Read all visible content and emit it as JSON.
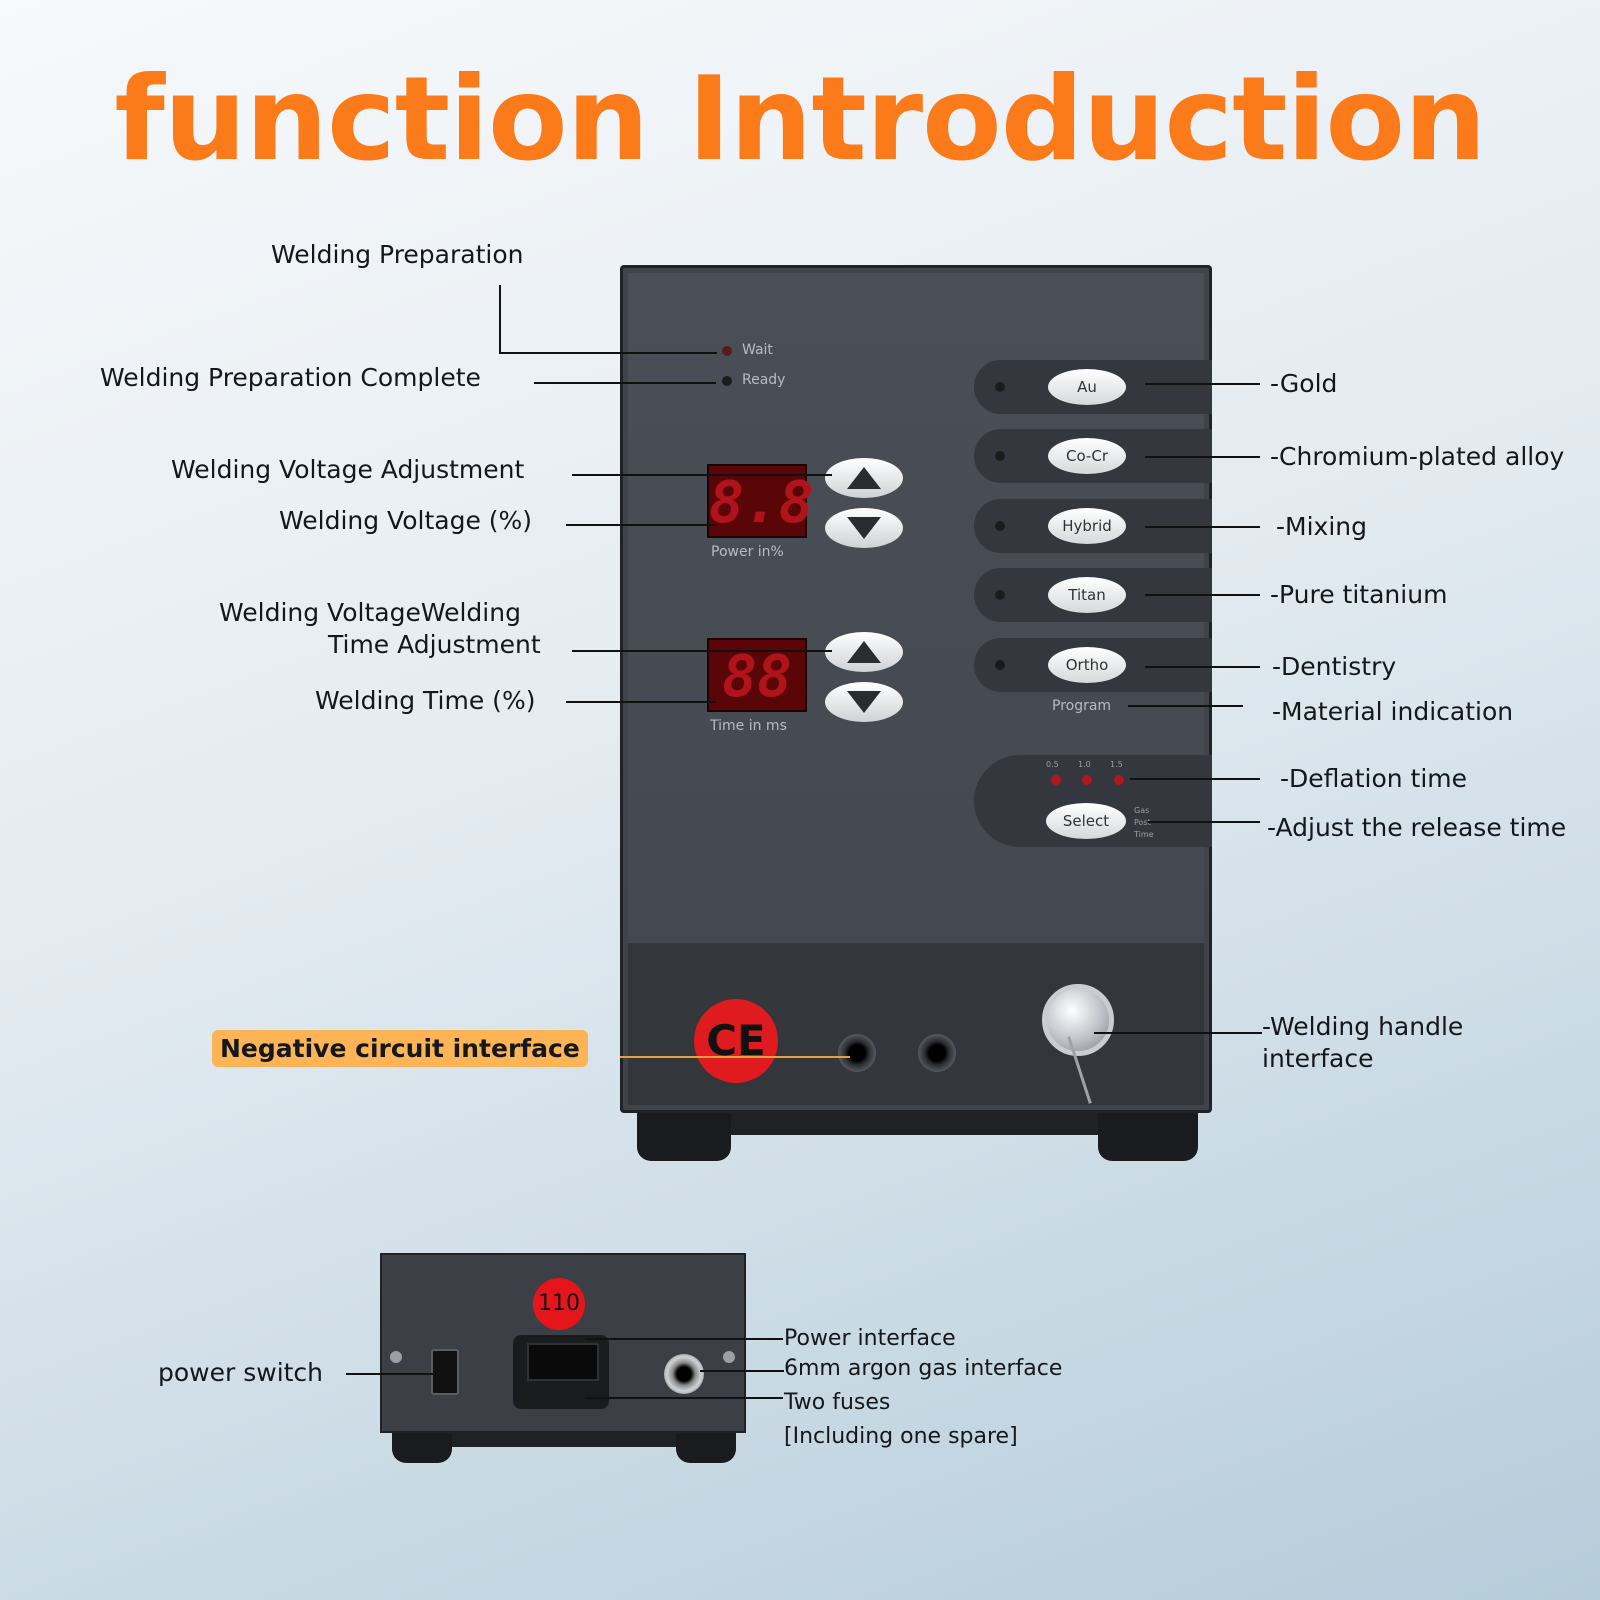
{
  "title": "function Introduction",
  "left_labels": {
    "prep": "Welding Preparation",
    "prep_complete": "Welding Preparation Complete",
    "voltage_adj": "Welding Voltage Adjustment",
    "voltage_pct": "Welding Voltage (%)",
    "time_adj_1": "Welding VoltageWelding",
    "time_adj_2": "Time Adjustment",
    "time_pct": "Welding Time (%)",
    "negative": "Negative circuit interface"
  },
  "right_labels": {
    "gold": "-Gold",
    "cocr": "-Chromium-plated alloy",
    "mixing": "-Mixing",
    "titanium": "-Pure titanium",
    "dentistry": "-Dentistry",
    "material": "-Material indication",
    "deflation": "-Deflation time",
    "release": "-Adjust the release time",
    "handle_1": "-Welding handle",
    "handle_2": "interface"
  },
  "panel": {
    "wait": "Wait",
    "ready": "Ready",
    "power_caption": "Power  in%",
    "time_caption": "Time  in  ms",
    "display_1": "8.8",
    "display_2": "88",
    "buttons": [
      "Au",
      "Co-Cr",
      "Hybrid",
      "Titan",
      "Ortho"
    ],
    "program": "Program",
    "gas_ticks": [
      "0.5",
      "1.0",
      "1.5"
    ],
    "select": "Select",
    "gas_caption_1": "Gas",
    "gas_caption_2": "Post",
    "gas_caption_3": "Time",
    "ce_mark": "CE"
  },
  "rear": {
    "voltage_badge": "110",
    "power_switch": "power switch",
    "power_interface": "Power interface",
    "argon": "6mm argon gas interface",
    "fuses": "Two fuses",
    "spare": "[Including one spare]"
  },
  "colors": {
    "accent": "#fb7a1a",
    "led_red": "#d1141c",
    "display_red": "#b0131a"
  }
}
